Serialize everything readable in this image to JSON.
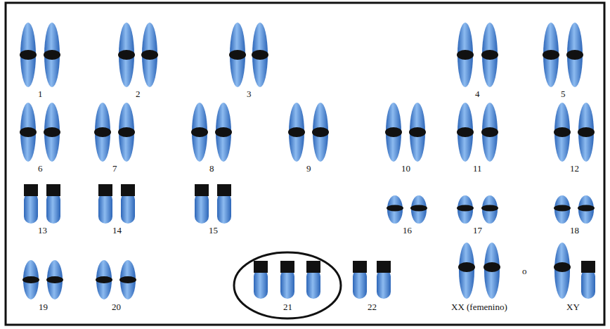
{
  "diagram": {
    "nodes": [
      {
        "text": [
          "21"
        ]
      }
    ],
    "labels": [
      "1",
      "2",
      "3",
      "4",
      "5",
      "6",
      "7",
      "8",
      "9",
      "10",
      "11",
      "12",
      "13",
      "14",
      "15",
      "16",
      "17",
      "18",
      "19",
      "20",
      "22",
      "XX (femenino)",
      "o",
      "XY"
    ]
  }
}
